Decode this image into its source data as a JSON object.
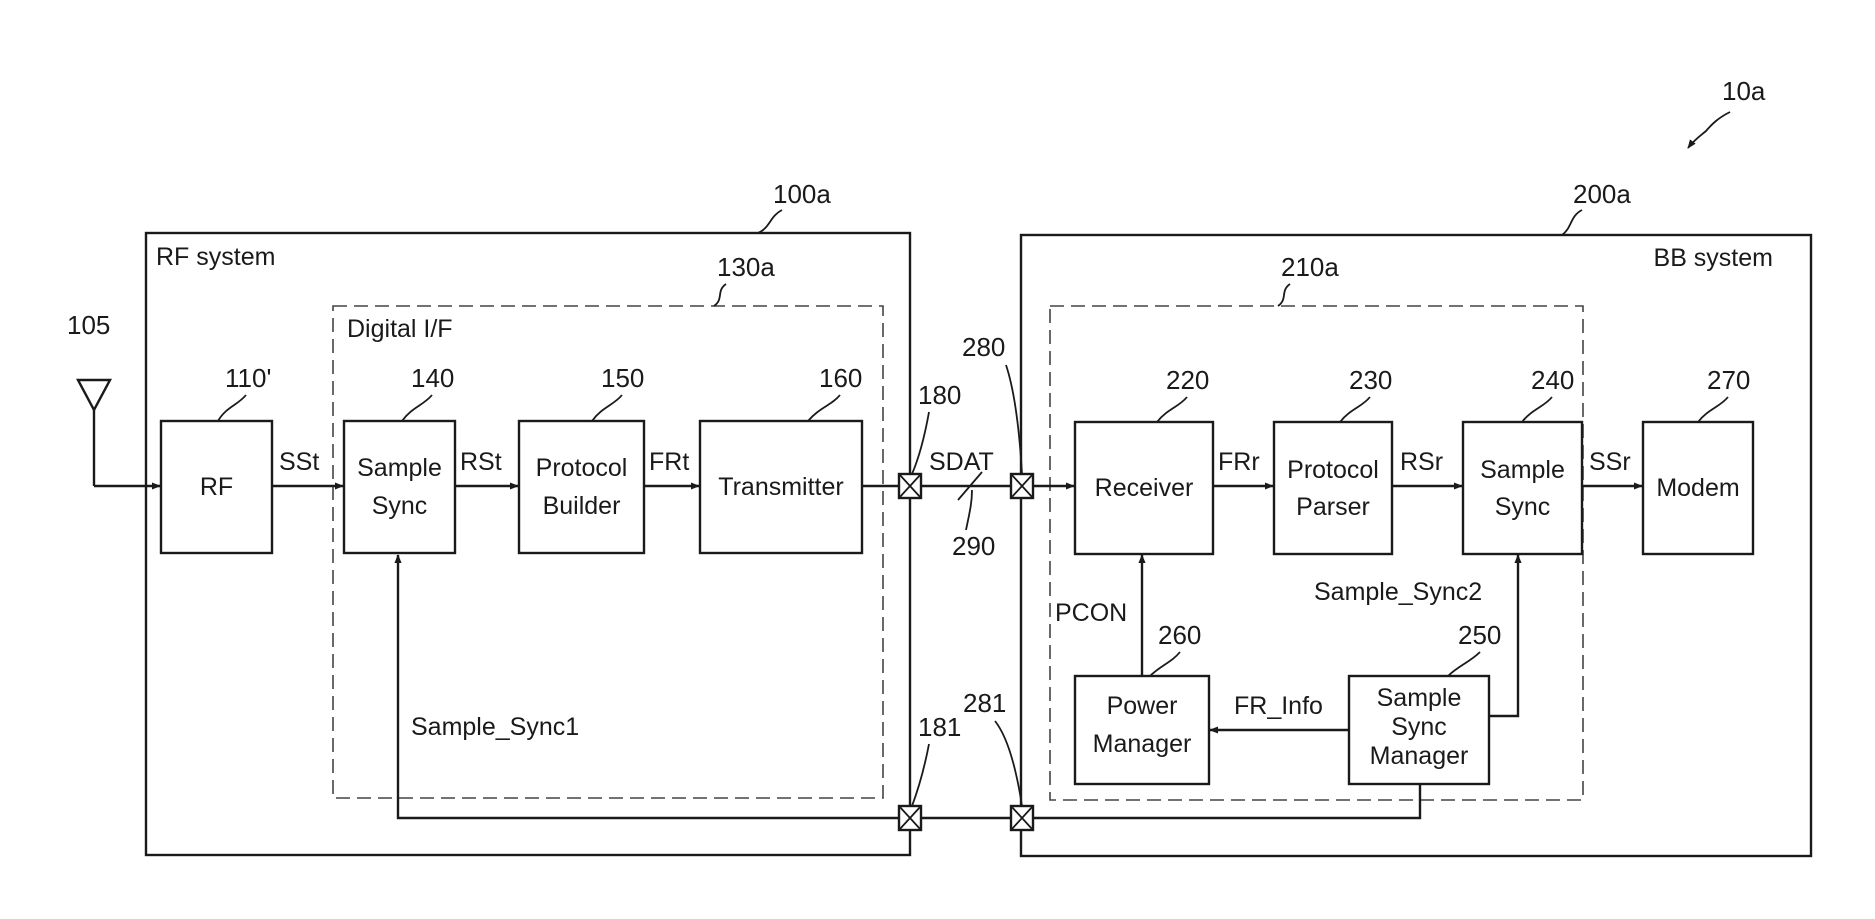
{
  "figure_ref": "10a",
  "rf_system": {
    "ref": "100a",
    "label": "RF system",
    "antenna_ref": "105",
    "rf_block": {
      "ref": "110'",
      "label": "RF"
    },
    "digital_if": {
      "ref": "130a",
      "label": "Digital I/F",
      "sample_sync": {
        "ref": "140",
        "line1": "Sample",
        "line2": "Sync"
      },
      "protocol_builder": {
        "ref": "150",
        "line1": "Protocol",
        "line2": "Builder"
      },
      "transmitter": {
        "ref": "160",
        "label": "Transmitter"
      }
    },
    "port_data_ref": "180",
    "port_sync_ref": "181"
  },
  "bb_system": {
    "ref": "200a",
    "label": "BB system",
    "digital_if_ref": "210a",
    "receiver": {
      "ref": "220",
      "label": "Receiver"
    },
    "protocol_parser": {
      "ref": "230",
      "line1": "Protocol",
      "line2": "Parser"
    },
    "sample_sync": {
      "ref": "240",
      "line1": "Sample",
      "line2": "Sync"
    },
    "sample_sync_manager": {
      "ref": "250",
      "line1": "Sample",
      "line2": "Sync",
      "line3": "Manager"
    },
    "power_manager": {
      "ref": "260",
      "line1": "Power",
      "line2": "Manager"
    },
    "modem": {
      "ref": "270",
      "label": "Modem"
    },
    "port_data_ref": "280",
    "port_sync_ref": "281"
  },
  "signals": {
    "sst": "SSt",
    "rst": "RSt",
    "frt": "FRt",
    "sdat": "SDAT",
    "bus_ref": "290",
    "frr": "FRr",
    "rsr": "RSr",
    "ssr": "SSr",
    "pcon": "PCON",
    "fr_info": "FR_Info",
    "sample_sync1": "Sample_Sync1",
    "sample_sync2": "Sample_Sync2"
  }
}
